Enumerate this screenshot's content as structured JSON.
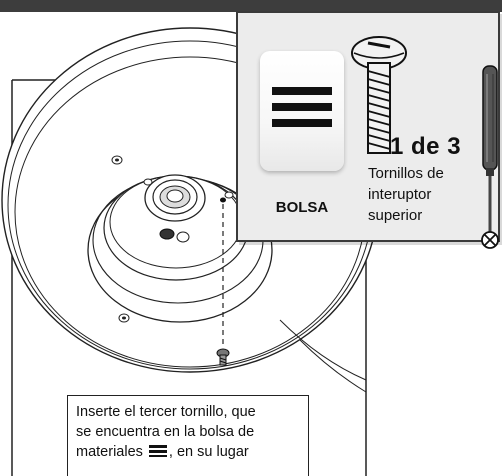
{
  "parts_panel": {
    "bag_label": "BOLSA",
    "count": "1 de 3",
    "screw_desc_lines": [
      "Tornillos de",
      "interuptor",
      "superior"
    ]
  },
  "caption": {
    "line1": "Inserte el tercer tornillo, que",
    "line2": "se encuentra en la bolsa de",
    "line3_before": "materiales",
    "line3_after": ", en su lugar"
  },
  "icons": {
    "bag": "bag-lines-icon",
    "screw": "screw-icon",
    "screwdriver": "screwdriver-icon"
  }
}
